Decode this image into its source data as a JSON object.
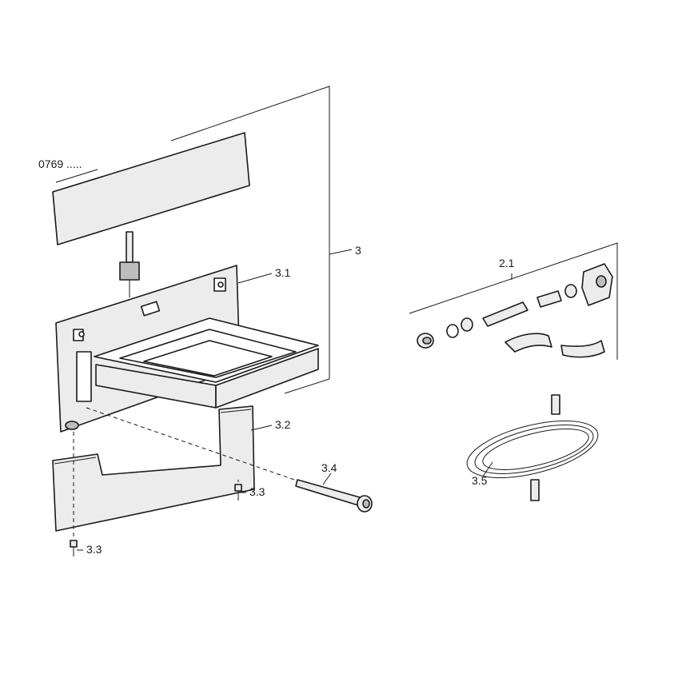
{
  "diagram": {
    "labels": {
      "part_0769": "0769 .....",
      "part_3": "3",
      "part_3_1": "3.1",
      "part_3_2": "3.2",
      "part_3_3_a": "3.3",
      "part_3_3_b": "3.3",
      "part_3_4": "3.4",
      "part_2_1": "2.1",
      "part_3_5": "3.5"
    },
    "colors": {
      "line": "#1a1a1a",
      "part_fill": "#ececec",
      "part_fill_dark": "#bdbdbd",
      "background": "#ffffff"
    }
  }
}
